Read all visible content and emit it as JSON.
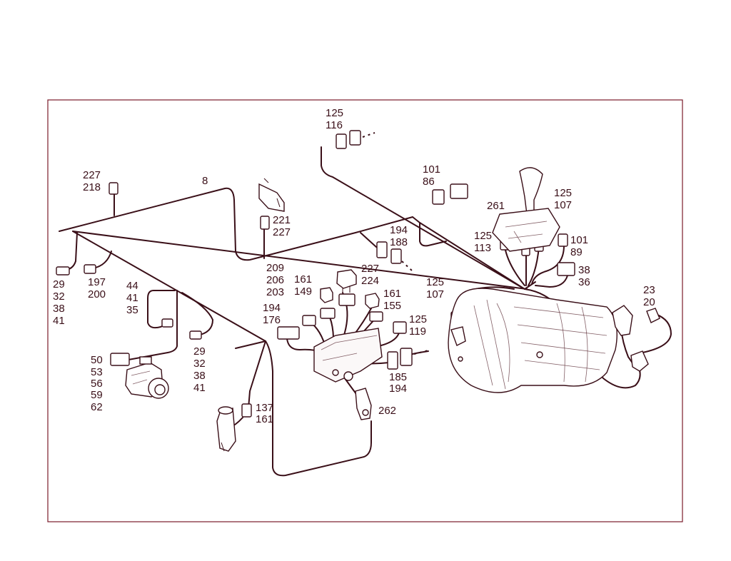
{
  "colors": {
    "line": "#3a0f18",
    "frame": "#7a1a2a",
    "background": "#ffffff"
  },
  "labels": {
    "c125_116": [
      "125",
      "116"
    ],
    "c227_218": [
      "227",
      "218"
    ],
    "c8": [
      "8"
    ],
    "c221_227": [
      "221",
      "227"
    ],
    "c101_86": [
      "101",
      "86"
    ],
    "c261": [
      "261"
    ],
    "c125_107_top": [
      "125",
      "107"
    ],
    "c125_113": [
      "125",
      "113"
    ],
    "c101_89": [
      "101",
      "89"
    ],
    "c194_188": [
      "194",
      "188"
    ],
    "c29_left": [
      "29",
      "32",
      "38",
      "41"
    ],
    "c197_200": [
      "197",
      "200"
    ],
    "c44_41_35": [
      "44",
      "41",
      "35"
    ],
    "c209_206_203": [
      "209",
      "206",
      "203"
    ],
    "c161_149": [
      "161",
      "149"
    ],
    "c227_224": [
      "227",
      "224"
    ],
    "c161_155": [
      "161",
      "155"
    ],
    "c125_107_mid": [
      "125",
      "107"
    ],
    "c38_36": [
      "38",
      "36"
    ],
    "c23_20": [
      "23",
      "20"
    ],
    "c194_176": [
      "194",
      "176"
    ],
    "c125_119": [
      "125",
      "119"
    ],
    "c29_mid": [
      "29",
      "32",
      "38",
      "41"
    ],
    "c50_62": [
      "50",
      "53",
      "56",
      "59",
      "62"
    ],
    "c185_194": [
      "185",
      "194"
    ],
    "c137_161": [
      "137",
      "161"
    ],
    "c262": [
      "262"
    ]
  }
}
